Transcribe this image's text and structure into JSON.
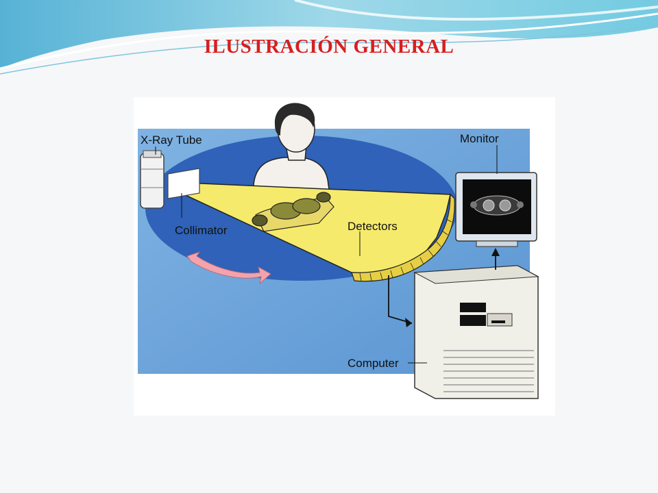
{
  "slide": {
    "title": "ILUSTRACIÓN GENERAL"
  },
  "diagram": {
    "labels": {
      "xray_tube": "X-Ray Tube",
      "collimator": "Collimator",
      "detectors": "Detectors",
      "monitor": "Monitor",
      "computer": "Computer"
    }
  },
  "colors": {
    "title": "#d81e1e",
    "background_panel": "#6ea6dc",
    "gantry_ellipse": "#2f62b8",
    "x_ray_fan": "#f5ea6b",
    "rotation_arrow": "#f2a3ad"
  }
}
